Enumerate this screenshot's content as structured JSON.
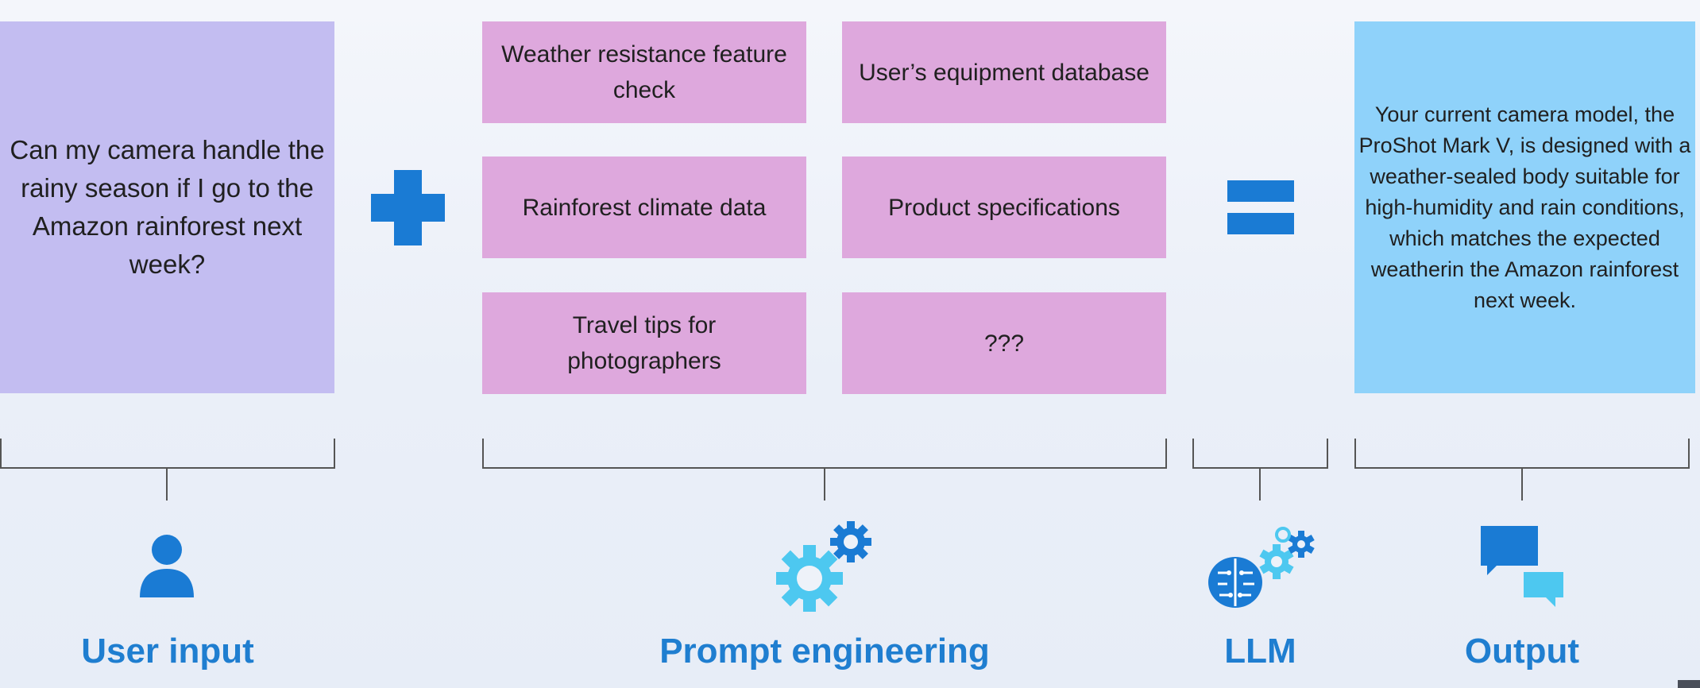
{
  "user_input": {
    "question": "Can my camera handle the rainy season if I go to the Amazon rainforest next week?",
    "label": "User input"
  },
  "prompt_engineering": {
    "items": [
      "Weather resistance feature check",
      "User’s equipment database",
      "Rainforest climate data",
      "Product specifications",
      "Travel tips for photographers",
      "???"
    ],
    "label": "Prompt engineering"
  },
  "llm": {
    "label": "LLM"
  },
  "output": {
    "text": "Your current camera model, the ProShot Mark V, is designed with a weather-sealed body suitable for high-humidity and rain conditions, which matches the expected weatherin the Amazon rainforest next week.",
    "label": "Output"
  },
  "colors": {
    "user_box": "#c3bdf1",
    "context_box": "#dea8dd",
    "output_box": "#8fd2fa",
    "accent": "#1a7bd4",
    "light_accent": "#4dc8f0",
    "label_text": "#1f7ed0"
  }
}
